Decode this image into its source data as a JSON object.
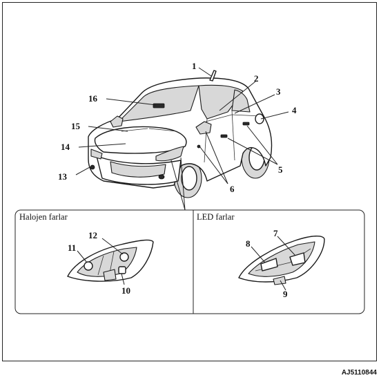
{
  "callouts": [
    {
      "n": "1"
    },
    {
      "n": "2"
    },
    {
      "n": "3"
    },
    {
      "n": "4"
    },
    {
      "n": "5"
    },
    {
      "n": "6"
    },
    {
      "n": "7"
    },
    {
      "n": "8"
    },
    {
      "n": "9"
    },
    {
      "n": "10"
    },
    {
      "n": "11"
    },
    {
      "n": "12"
    },
    {
      "n": "13"
    },
    {
      "n": "14"
    },
    {
      "n": "15"
    },
    {
      "n": "16"
    }
  ],
  "panels": {
    "halogen": {
      "title": "Halojen farlar"
    },
    "led": {
      "title": "LED farlar"
    }
  },
  "figure_code": "AJ5110844"
}
